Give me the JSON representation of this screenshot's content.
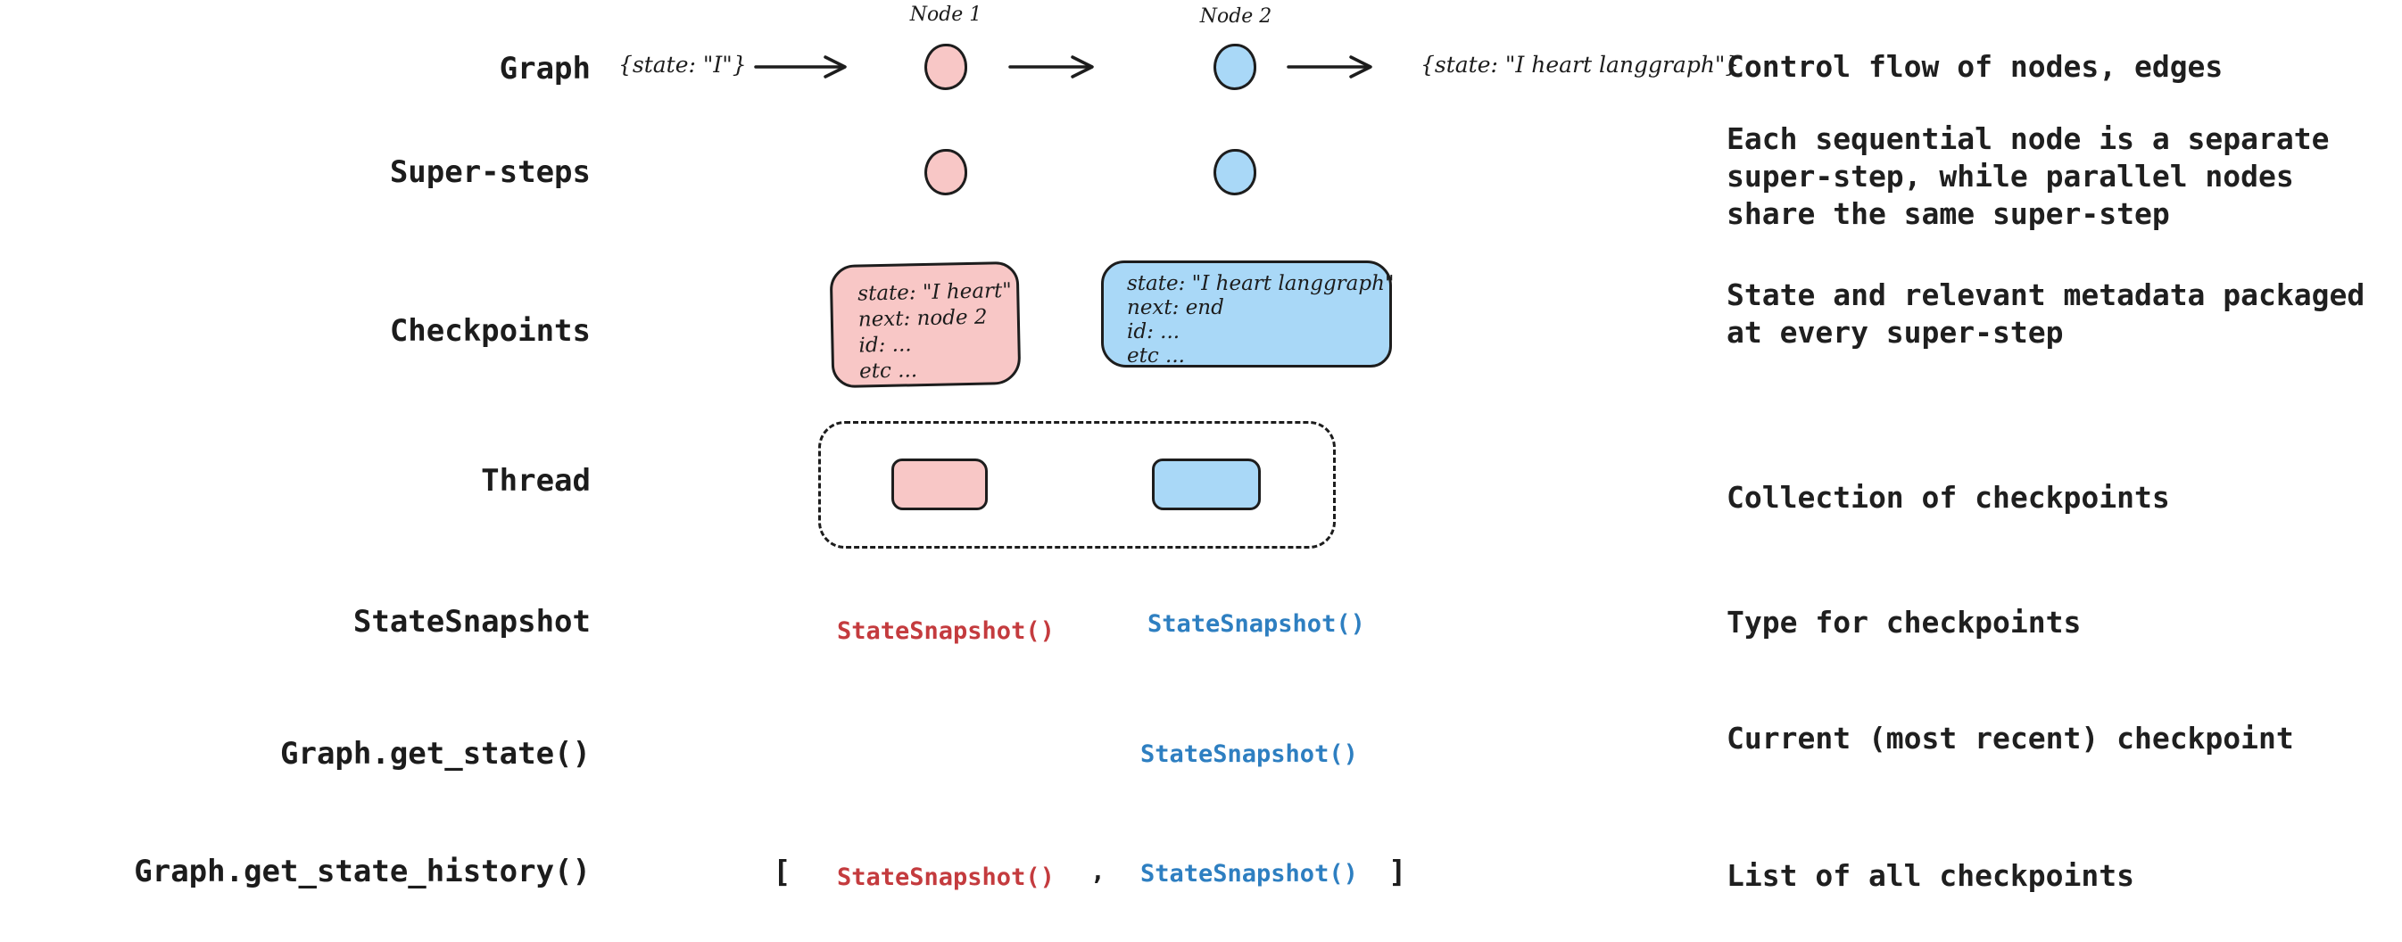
{
  "colors": {
    "background": "#ffffff",
    "ink": "#1c1c1c",
    "node_pink": "#f8c7c6",
    "node_blue": "#a9d8f7",
    "code_red": "#c43b3e",
    "code_blue": "#2e7fc1"
  },
  "rows": {
    "graph": {
      "label": "Graph",
      "node1_label": "Node 1",
      "node2_label": "Node 2",
      "input_state": "{state: \"I\"}",
      "output_state": "{state: \"I heart langgraph\"}",
      "desc": "Control flow of nodes, edges"
    },
    "super_steps": {
      "label": "Super-steps",
      "desc_lines": [
        "Each sequential node is a separate",
        "super-step, while parallel nodes",
        "share the same super-step"
      ]
    },
    "checkpoints": {
      "label": "Checkpoints",
      "pink_box_lines": [
        "state: \"I heart\"",
        "next: node 2",
        "id: ...",
        "etc ..."
      ],
      "blue_box_lines": [
        "state: \"I heart langgraph\"",
        "next: end",
        "id: ...",
        "etc ..."
      ],
      "desc_lines": [
        "State and relevant metadata packaged",
        "at every super-step"
      ]
    },
    "thread": {
      "label": "Thread",
      "desc": "Collection of checkpoints"
    },
    "state_snapshot": {
      "label": "StateSnapshot",
      "red_code": "StateSnapshot()",
      "blue_code": "StateSnapshot()",
      "desc": "Type for checkpoints"
    },
    "get_state": {
      "label": "Graph.get_state()",
      "blue_code": "StateSnapshot()",
      "desc": "Current (most recent) checkpoint"
    },
    "get_state_history": {
      "label": "Graph.get_state_history()",
      "bracket_open": "[",
      "red_code": "StateSnapshot()",
      "comma": ",",
      "blue_code": "StateSnapshot()",
      "bracket_close": "]",
      "desc": "List of all checkpoints"
    }
  }
}
